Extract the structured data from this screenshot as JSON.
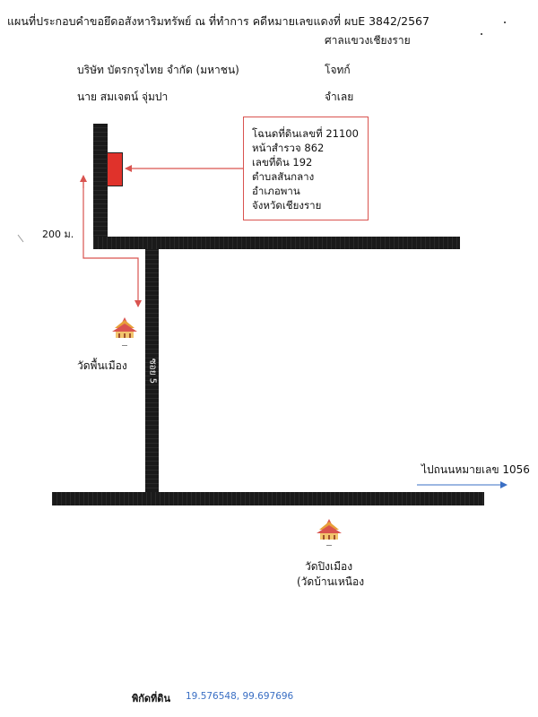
{
  "header": {
    "title": "แผนที่ประกอบคำขอยึดอสังหาริมทรัพย์ ณ ที่ทำการ คดีหมายเลขแดงที่ ผบE 3842/2567",
    "court": "ศาลแขวงเชียงราย"
  },
  "parties": {
    "plaintiff_name": "บริษัท บัตรกรุงไทย จำกัด (มหาชน)",
    "plaintiff_role": "โจทก์",
    "defendant_name": "นาย สมเจตน์ จุ่มปา",
    "defendant_role": "จำเลย"
  },
  "parcel": {
    "lines": [
      "โฉนดที่ดินเลขที่ 21100",
      "หน้าสำรวจ 862",
      "เลขที่ดิน 192",
      "ตำบลสันกลาง",
      "อำเภอพาน",
      "จังหวัดเชียงราย"
    ],
    "marker_color": "#e0322b",
    "box_color": "#d9534f"
  },
  "map": {
    "distance_label": "200 ม.",
    "soi_label": "ซอย 5",
    "direction_label": "ไปถนนหมายเลข 1056",
    "road_color": "#1a1a1a",
    "route_color": "#d9534f",
    "direction_arrow_color": "#3a6fc4"
  },
  "landmarks": {
    "temple_1": "วัดพื้นเมือง",
    "temple_2_line1": "วัดปิงเมือง",
    "temple_2_line2": "(วัดบ้านเหนือง"
  },
  "footer": {
    "coords_label": "พิกัดที่ดิน",
    "coords_value": "19.576548, 99.697696"
  }
}
